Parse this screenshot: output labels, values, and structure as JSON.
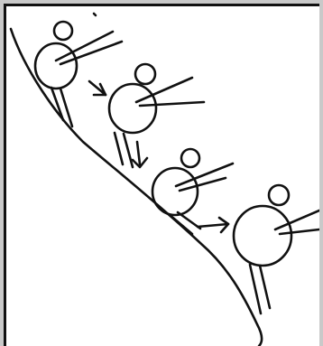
{
  "frame": {
    "background": "#c9c9c9",
    "canvas_background": "#ffffff",
    "ink": "#111111"
  },
  "drawing": {
    "subject": "sketch",
    "figures": [
      {
        "id": "figure-1"
      },
      {
        "id": "figure-2"
      },
      {
        "id": "figure-3"
      },
      {
        "id": "figure-4"
      }
    ],
    "arrows": [
      {
        "id": "arrow-1"
      },
      {
        "id": "arrow-2"
      },
      {
        "id": "arrow-3"
      }
    ]
  }
}
